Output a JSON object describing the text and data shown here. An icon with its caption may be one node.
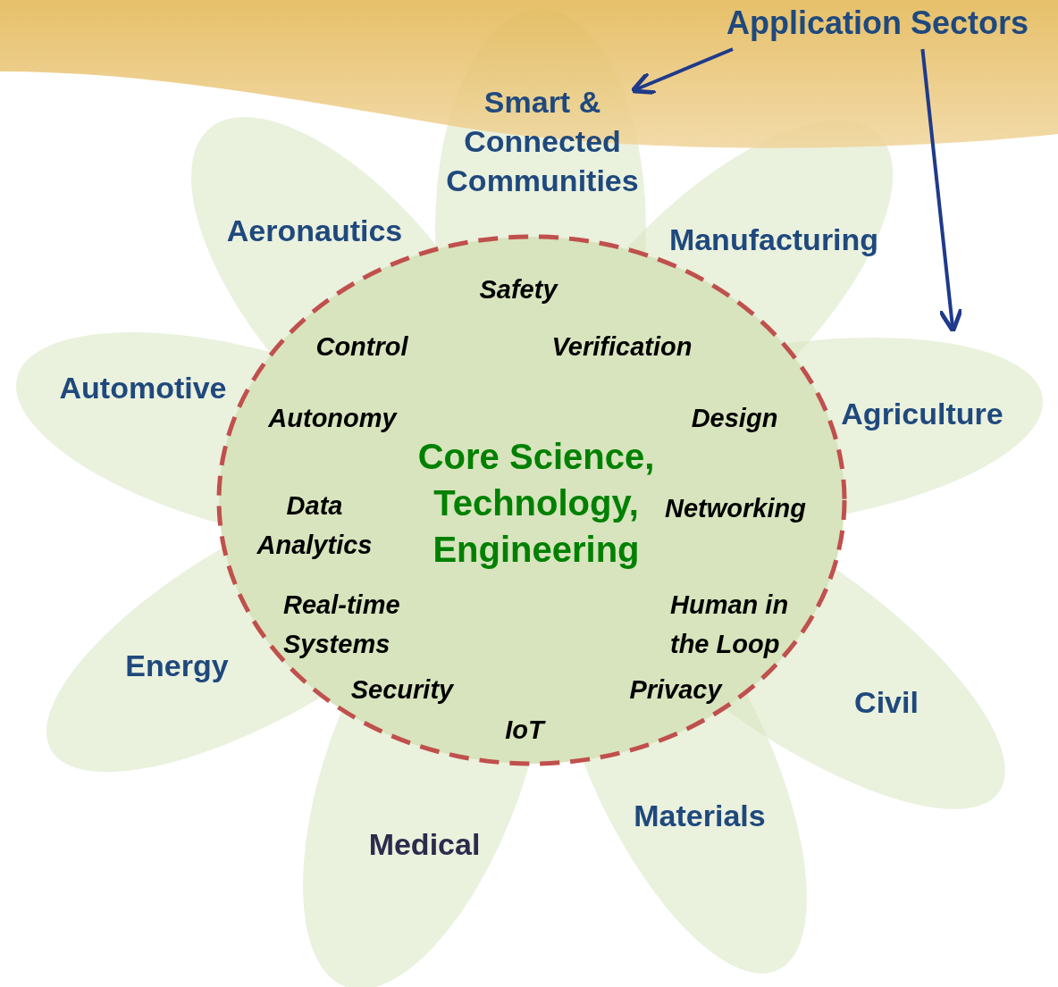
{
  "diagram": {
    "nodes": [
      {
        "text": [
          "Application Sectors"
        ]
      },
      {
        "text": [
          "Smart & Connected Communities"
        ]
      },
      {
        "text": [
          "Aeronautics"
        ]
      },
      {
        "text": [
          "Manufacturing"
        ]
      },
      {
        "text": [
          "Automotive"
        ]
      },
      {
        "text": [
          "Agriculture"
        ]
      },
      {
        "text": [
          "Energy"
        ]
      },
      {
        "text": [
          "Civil"
        ]
      },
      {
        "text": [
          "Medical"
        ]
      },
      {
        "text": [
          "Materials"
        ]
      },
      {
        "text": [
          "Core Science, Technology, Engineering"
        ]
      }
    ],
    "edges": [
      {
        "from": 0,
        "to": 1,
        "arrow": "to"
      },
      {
        "from": 0,
        "to": 5,
        "arrow": "to"
      }
    ],
    "labels": [
      "Safety",
      "Control",
      "Verification",
      "Autonomy",
      "Design",
      "Data Analytics",
      "Networking",
      "Real-time Systems",
      "Human in the Loop",
      "Security",
      "Privacy",
      "IoT"
    ]
  }
}
